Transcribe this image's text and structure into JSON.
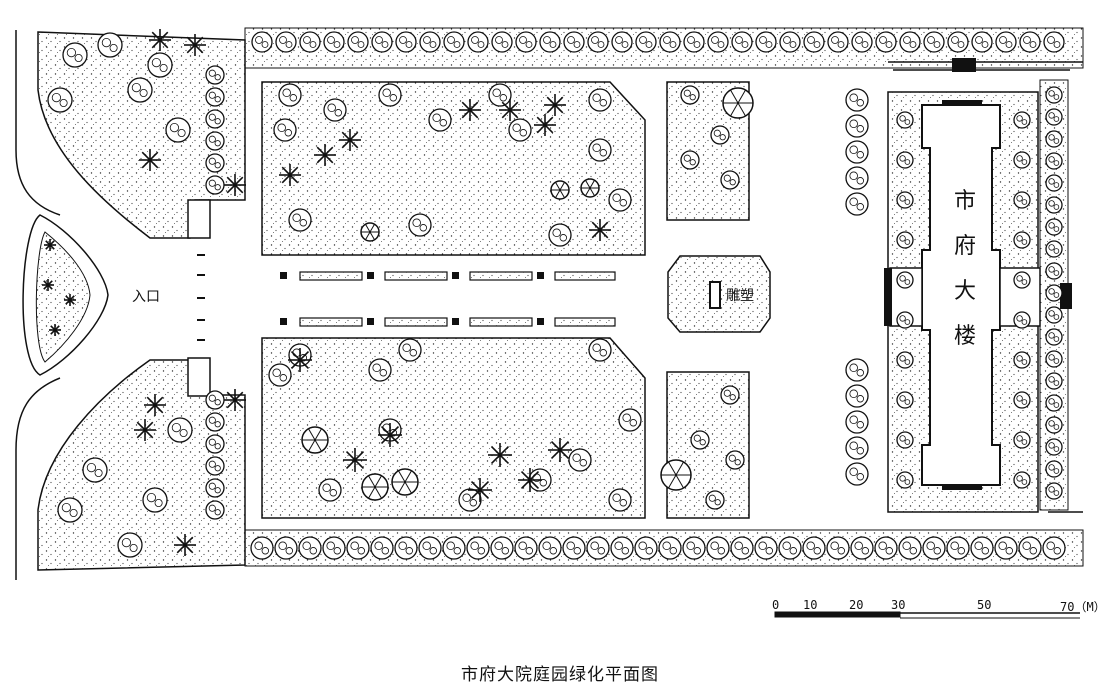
{
  "entrance_label": "入口",
  "sculpture_label": "雕塑",
  "building_label": [
    "市",
    "府",
    "大",
    "楼"
  ],
  "scale": {
    "ticks": [
      "0",
      "10",
      "20",
      "30",
      "50",
      "70（M）"
    ],
    "values_m": [
      0,
      10,
      20,
      30,
      50,
      70
    ]
  },
  "caption": "市府大院庭园绿化平面图",
  "colors": {
    "ink": "#111111",
    "paper": "#ffffff"
  }
}
